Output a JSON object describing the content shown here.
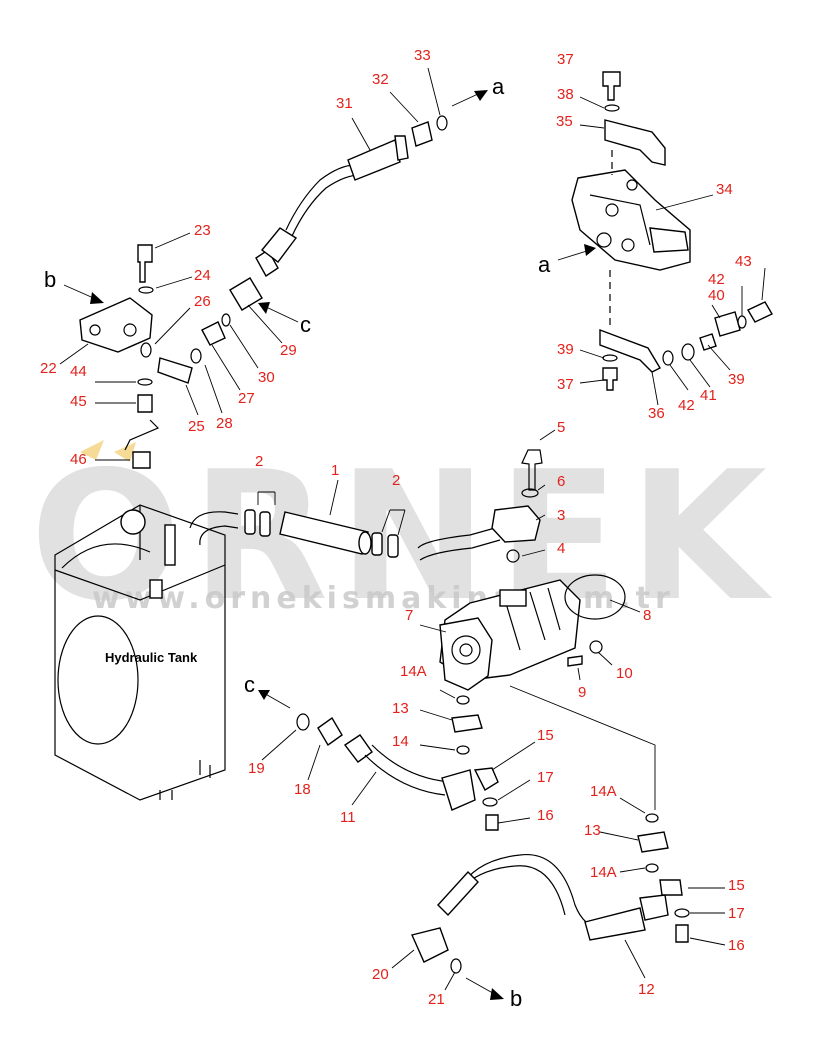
{
  "diagram": {
    "tank_label": "Hydraulic Tank",
    "watermark": {
      "text": "ORNEK",
      "url": "www.ornekismakina.com.tr"
    },
    "letters": [
      "a",
      "a",
      "b",
      "b",
      "c",
      "c"
    ],
    "callouts": [
      "1",
      "2",
      "2",
      "3",
      "4",
      "5",
      "6",
      "7",
      "8",
      "9",
      "10",
      "11",
      "12",
      "13",
      "13",
      "14",
      "14A",
      "14A",
      "14A",
      "15",
      "15",
      "16",
      "16",
      "17",
      "17",
      "18",
      "19",
      "20",
      "21",
      "22",
      "23",
      "24",
      "25",
      "26",
      "27",
      "28",
      "29",
      "30",
      "31",
      "32",
      "33",
      "34",
      "35",
      "36",
      "37",
      "37",
      "38",
      "39",
      "39",
      "40",
      "41",
      "42",
      "42",
      "43",
      "44",
      "45",
      "46"
    ]
  }
}
